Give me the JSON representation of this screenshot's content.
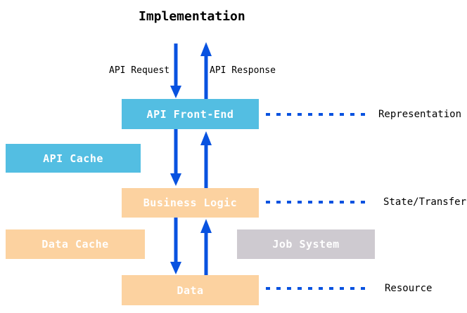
{
  "title": "Implementation",
  "colors": {
    "box_blue": "#53BEE2",
    "box_orange": "#FCD2A0",
    "box_gray": "#CECAD0",
    "arrow_blue": "#0852E0",
    "box_text": "#FFFFFF",
    "label_text": "#000000"
  },
  "flow_labels": {
    "request": "API Request",
    "response": "API Response"
  },
  "layers": {
    "api_front_end": {
      "label": "API Front-End",
      "annotation": "Representation"
    },
    "business_logic": {
      "label": "Business Logic",
      "annotation": "State/Transfer"
    },
    "data": {
      "label": "Data",
      "annotation": "Resource"
    }
  },
  "side_boxes": {
    "api_cache": {
      "label": "API Cache"
    },
    "data_cache": {
      "label": "Data Cache"
    },
    "job_system": {
      "label": "Job System"
    }
  }
}
